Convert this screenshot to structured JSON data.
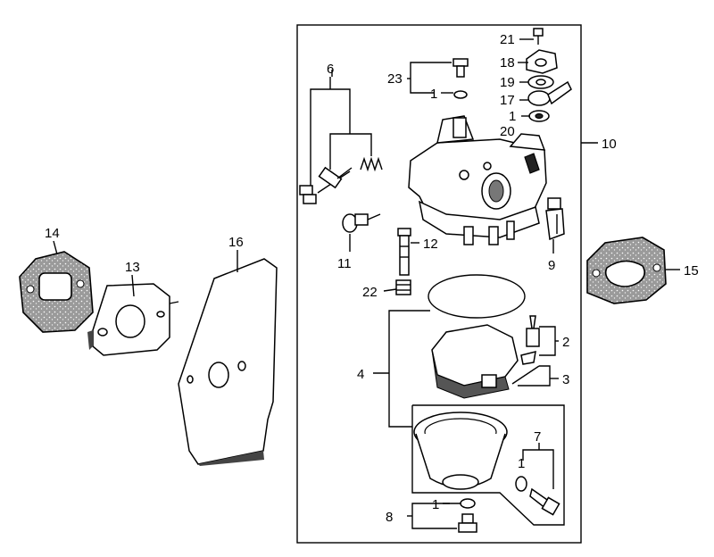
{
  "labels": {
    "p1": "1",
    "p2": "2",
    "p3": "3",
    "p4": "4",
    "p6": "6",
    "p7": "7",
    "p8": "8",
    "p9": "9",
    "p10": "10",
    "p11": "11",
    "p12": "12",
    "p13": "13",
    "p14": "14",
    "p15": "15",
    "p16": "16",
    "p17": "17",
    "p18": "18",
    "p19": "19",
    "p20": "20",
    "p21": "21",
    "p22": "22",
    "p23": "23"
  }
}
